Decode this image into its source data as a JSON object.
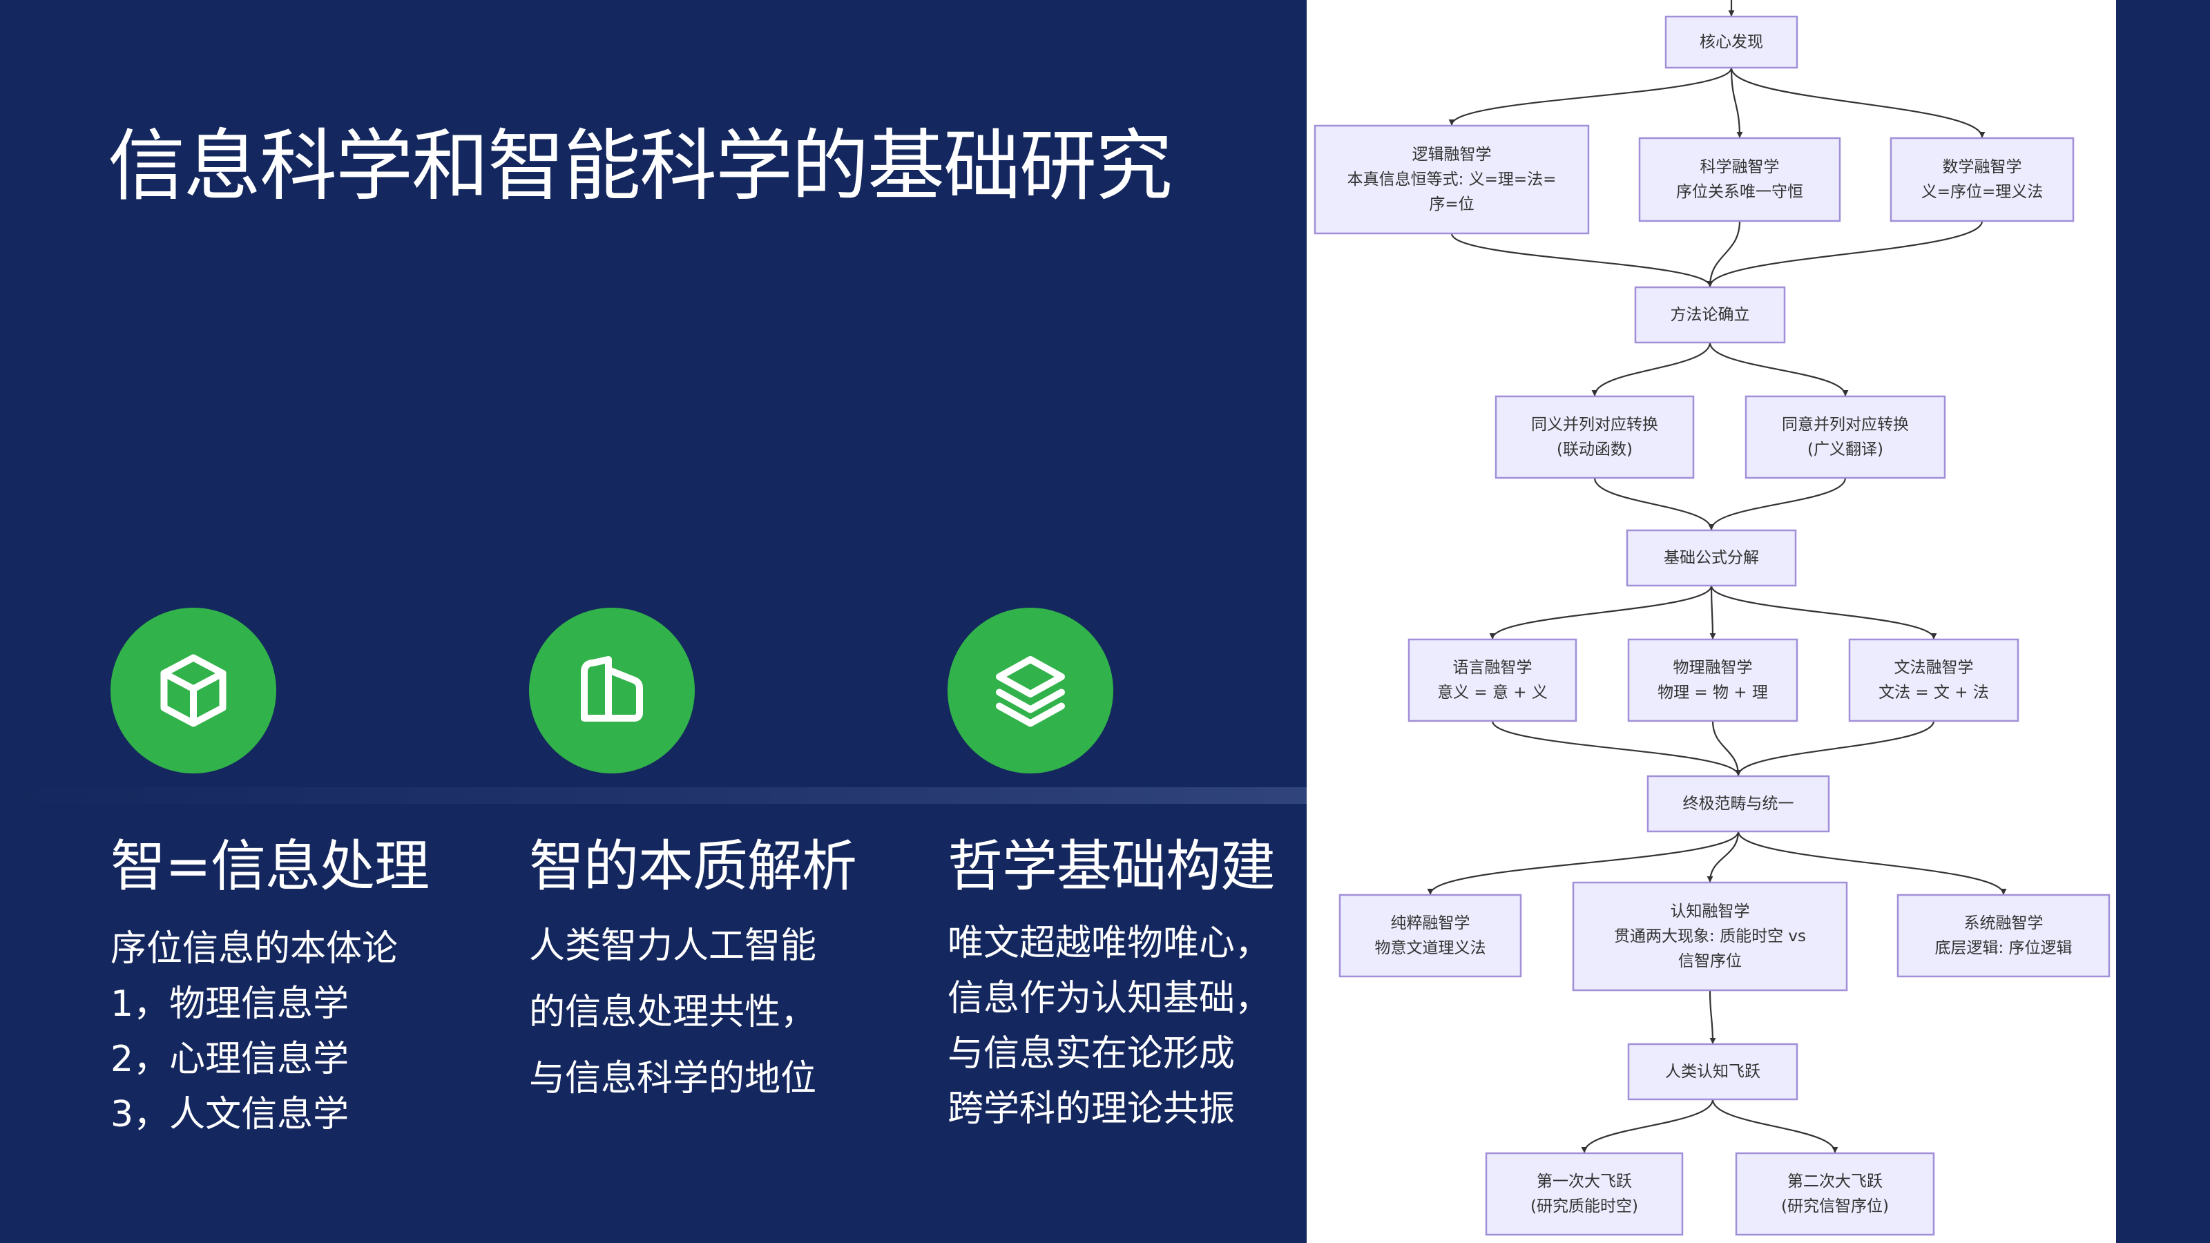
{
  "slide": {
    "title": "信息科学和智能科学的基础研究",
    "accent_color": "#32b24a",
    "background_color": "#14275e"
  },
  "cards": [
    {
      "icon": "cube-icon",
      "title": "智=信息处理",
      "lines": [
        "序位信息的本体论",
        "1，物理信息学",
        "2，心理信息学",
        "3，人文信息学"
      ]
    },
    {
      "icon": "book-icon",
      "title": "智的本质解析",
      "lines": [
        "人类智力人工智能",
        "的信息处理共性，",
        "与信息科学的地位"
      ]
    },
    {
      "icon": "layers-icon",
      "title": "哲学基础构建",
      "lines": [
        "唯文超越唯物唯心，",
        "信息作为认知基础，",
        "与信息实在论形成",
        "跨学科的理论共振"
      ]
    }
  ],
  "diagram": {
    "nodes": [
      {
        "id": "core",
        "lines": [
          "核心发现"
        ]
      },
      {
        "id": "logic",
        "lines": [
          "逻辑融智学",
          "本真信息恒等式: 义=理=法=",
          "序=位"
        ]
      },
      {
        "id": "science",
        "lines": [
          "科学融智学",
          "序位关系唯一守恒"
        ]
      },
      {
        "id": "math",
        "lines": [
          "数学融智学",
          "义=序位=理义法"
        ]
      },
      {
        "id": "method",
        "lines": [
          "方法论确立"
        ]
      },
      {
        "id": "syn1",
        "lines": [
          "同义并列对应转换",
          "(联动函数)"
        ]
      },
      {
        "id": "syn2",
        "lines": [
          "同意并列对应转换",
          "(广义翻译)"
        ]
      },
      {
        "id": "formula",
        "lines": [
          "基础公式分解"
        ]
      },
      {
        "id": "lang",
        "lines": [
          "语言融智学",
          "意义 = 意 + 义"
        ]
      },
      {
        "id": "phys",
        "lines": [
          "物理融智学",
          "物理 = 物 + 理"
        ]
      },
      {
        "id": "gram",
        "lines": [
          "文法融智学",
          "文法 = 文 + 法"
        ]
      },
      {
        "id": "ultimate",
        "lines": [
          "终极范畴与统一"
        ]
      },
      {
        "id": "pure",
        "lines": [
          "纯粹融智学",
          "物意文道理义法"
        ]
      },
      {
        "id": "cog",
        "lines": [
          "认知融智学",
          "贯通两大现象: 质能时空 vs",
          "信智序位"
        ]
      },
      {
        "id": "sys",
        "lines": [
          "系统融智学",
          "底层逻辑: 序位逻辑"
        ]
      },
      {
        "id": "leap",
        "lines": [
          "人类认知飞跃"
        ]
      },
      {
        "id": "leap1",
        "lines": [
          "第一次大飞跃",
          "(研究质能时空)"
        ]
      },
      {
        "id": "leap2",
        "lines": [
          "第二次大飞跃",
          "(研究信智序位)"
        ]
      }
    ]
  }
}
